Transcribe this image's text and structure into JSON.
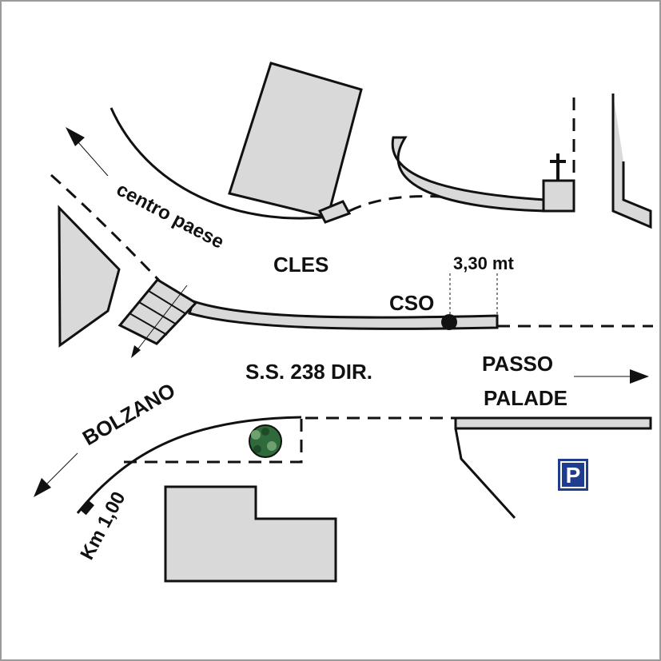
{
  "labels": {
    "town": "CLES",
    "center": "centro paese",
    "road_number": "S.S. 238 DIR.",
    "south": "BOLZANO",
    "east_line1": "PASSO",
    "east_line2": "PALADE",
    "landmark": "CSO",
    "width": "3,30 mt",
    "kilometre": "Km 1,00"
  },
  "icons": {
    "parking": "P"
  },
  "colors": {
    "building_fill": "#d9d9d9",
    "line": "#111111",
    "parking_blue": "#1f3c8f",
    "tree_green": "#2f6b3a"
  }
}
